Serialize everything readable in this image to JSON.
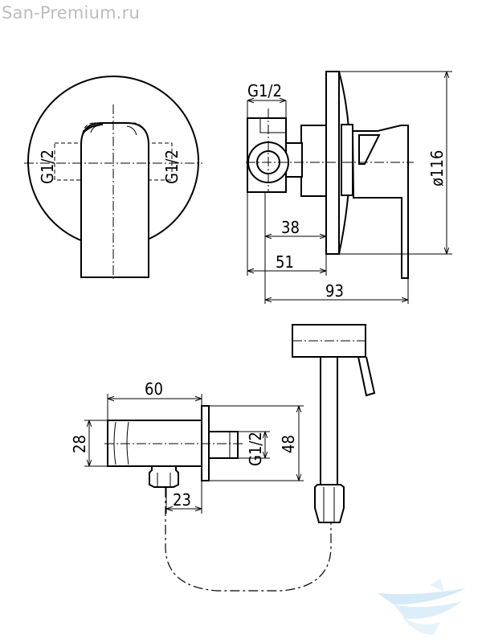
{
  "watermark": "San-Premium.ru",
  "logo": {
    "icon": "bath-wave-logo-icon",
    "color": "#cfe6f5"
  },
  "dimensions": {
    "front_left_thread": "G1/2",
    "front_right_thread": "G1/2",
    "side_thread_top": "G1/2",
    "diameter": "ø116",
    "depth_38": "38",
    "depth_51": "51",
    "depth_93": "93",
    "holder_width": "60",
    "holder_height": "28",
    "holder_height_total": "48",
    "holder_thread": "G1/2",
    "holder_outlet": "23"
  }
}
